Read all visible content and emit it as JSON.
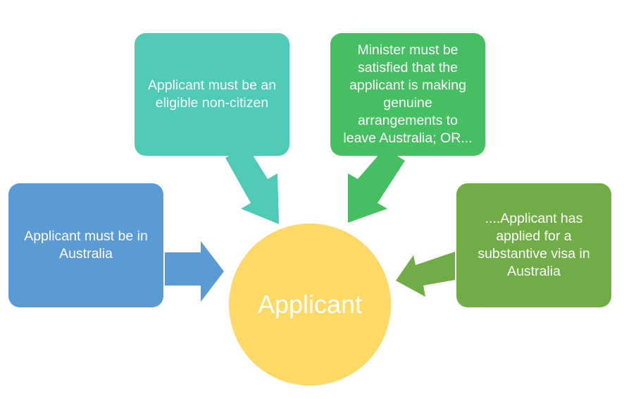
{
  "center": {
    "label": "Applicant",
    "color": "#FFD966"
  },
  "boxes": {
    "left": {
      "text": "Applicant must be in Australia",
      "color": "#5B9BD5"
    },
    "top_left": {
      "text": "Applicant must be an eligible non-citizen",
      "color": "#4FCAB4"
    },
    "top_right": {
      "text": "Minister must be satisfied that the applicant is making genuine arrangements to leave Australia; OR...",
      "color": "#46BF62"
    },
    "right": {
      "text": "....Applicant has applied for a substantive visa in Australia",
      "color": "#70AD47"
    }
  }
}
